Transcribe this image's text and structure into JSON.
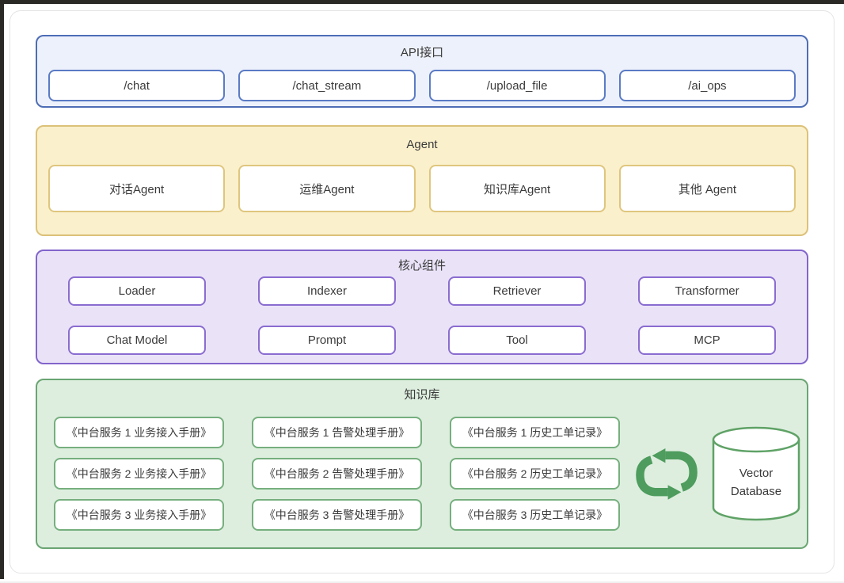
{
  "layers": [
    {
      "id": "api",
      "title": "API接口",
      "items": [
        "/chat",
        "/chat_stream",
        "/upload_file",
        "/ai_ops"
      ]
    },
    {
      "id": "agent",
      "title": "Agent",
      "items": [
        "对话Agent",
        "运维Agent",
        "知识库Agent",
        "其他 Agent"
      ]
    },
    {
      "id": "core",
      "title": "核心组件",
      "rows": [
        [
          "Loader",
          "Indexer",
          "Retriever",
          "Transformer"
        ],
        [
          "Chat Model",
          "Prompt",
          "Tool",
          "MCP"
        ]
      ]
    },
    {
      "id": "kb",
      "title": "知识库",
      "docs": [
        "《中台服务 1 业务接入手册》",
        "《中台服务 1 告警处理手册》",
        "《中台服务 1 历史工单记录》",
        "《中台服务 2 业务接入手册》",
        "《中台服务 2 告警处理手册》",
        "《中台服务 2 历史工单记录》",
        "《中台服务 3 业务接入手册》",
        "《中台服务 3 告警处理手册》",
        "《中台服务 3 历史工单记录》"
      ],
      "sync_icon": "sync-loop-icon",
      "database_label": "Vector Database"
    }
  ],
  "colors": {
    "api-fill": "#EDF1FB",
    "api-border": "#4D6DB5",
    "api-item-border": "#5A7BC5",
    "agent-fill": "#FAF0CC",
    "agent-border": "#DCC178",
    "agent-item-border": "#DFC67E",
    "core-fill": "#EAE3F8",
    "core-border": "#8265CB",
    "core-item-border": "#8A6CD0",
    "kb-fill": "#DDEEDE",
    "kb-border": "#6AA573",
    "kb-item-border": "#76AF7E",
    "sync-icon": "#4E9C5E",
    "text": "#3A3A3A"
  }
}
